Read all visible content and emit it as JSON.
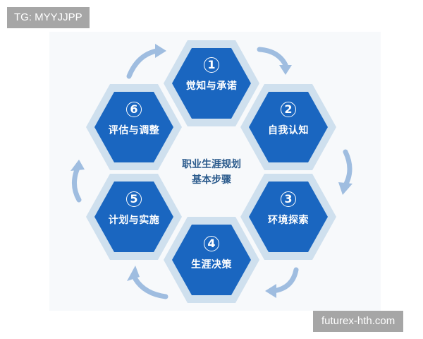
{
  "watermarks": {
    "top_left": "TG: MYYJJPP",
    "bottom_right": "futurex-hth.com"
  },
  "center": {
    "line1": "职业生涯规划",
    "line2": "基本步骤"
  },
  "colors": {
    "hex_fill": "#1a66c0",
    "hex_border": "#cfe0ee",
    "arrow": "#9fbde0",
    "center_text": "#2a5a8c",
    "watermark_bg": "#a6a6a6"
  },
  "steps": [
    {
      "number": "1",
      "label": "觉知与承诺"
    },
    {
      "number": "2",
      "label": "自我认知"
    },
    {
      "number": "3",
      "label": "环境探索"
    },
    {
      "number": "4",
      "label": "生涯决策"
    },
    {
      "number": "5",
      "label": "计划与实施"
    },
    {
      "number": "6",
      "label": "评估与调整"
    }
  ]
}
